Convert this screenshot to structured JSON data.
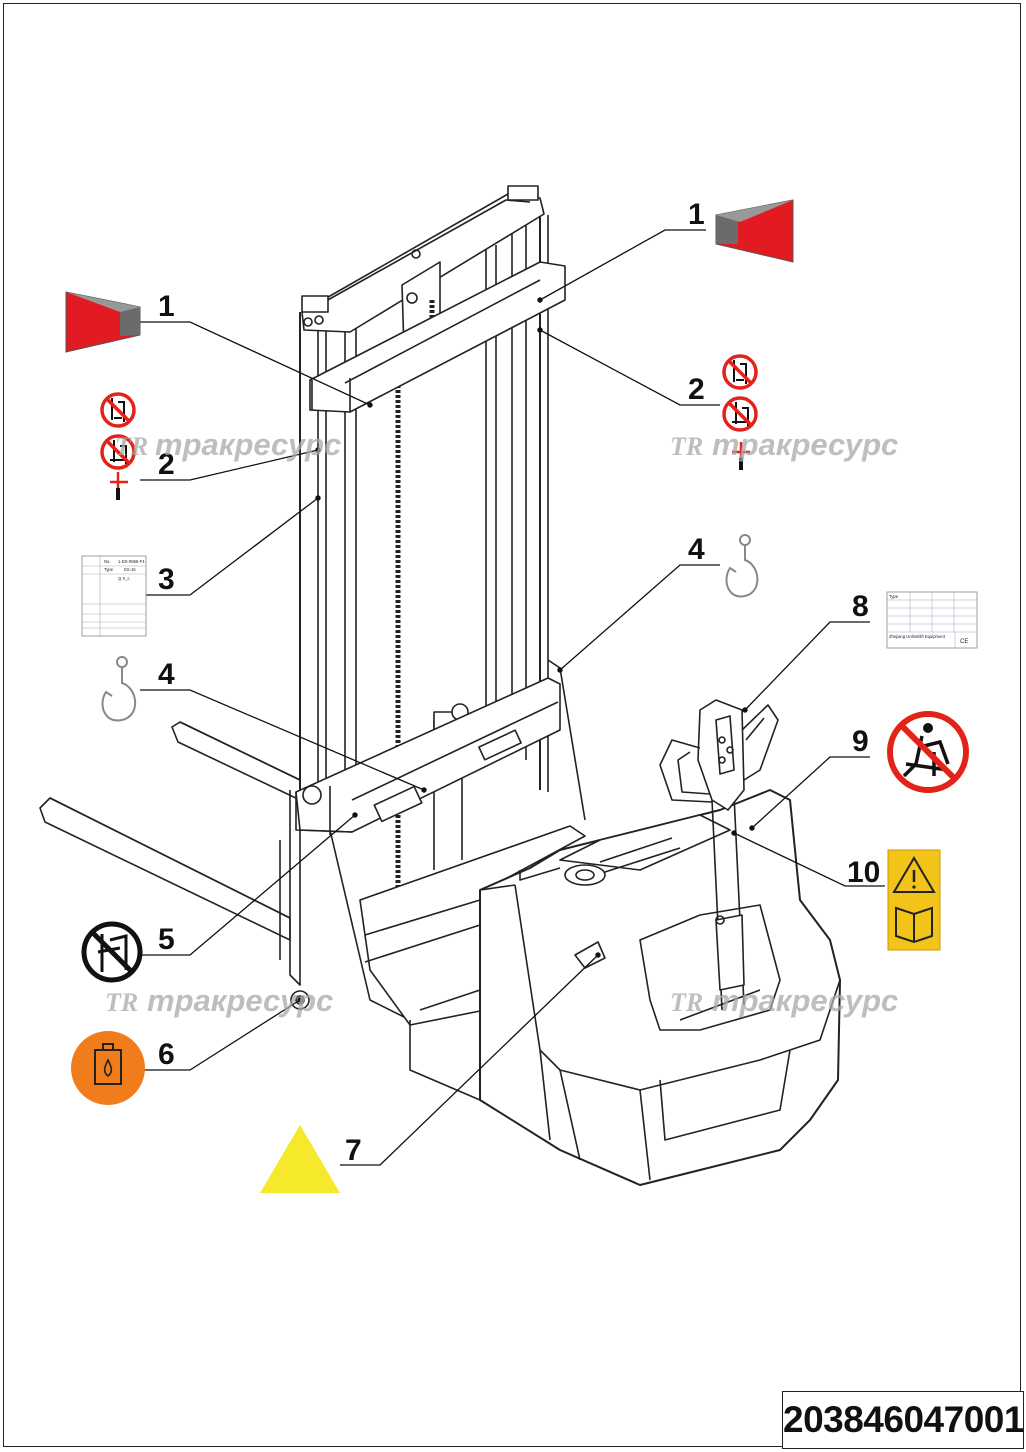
{
  "callouts": {
    "c1_left": "1",
    "c1_right": "1",
    "c2_left": "2",
    "c2_right": "2",
    "c3": "3",
    "c4_left": "4",
    "c4_right": "4",
    "c5": "5",
    "c6": "6",
    "c7": "7",
    "c8": "8",
    "c9": "9",
    "c10": "10"
  },
  "watermark": {
    "logo": "TR",
    "text": "тракресурс"
  },
  "load_chart_label": {
    "row1_a": "No.",
    "row1_b": "1-DS-0965-F4",
    "row2_a": "Type",
    "row2_b": "ES-15",
    "row3": "Q  X_c"
  },
  "nameplate": {
    "line1": "Type",
    "line2": "Zhejiang Uniforklift Equipment",
    "ce": "CE"
  },
  "part_number": "203846047001",
  "colors": {
    "red_marker": "#e21b23",
    "prohibition_red": "#e2231a",
    "warning_yellow": "#f6e82a",
    "label_yellow": "#f2c318",
    "oil_orange": "#f07c1c",
    "watermark_grey": "#a9a9a9"
  },
  "icons": [
    "red-reflector-icon",
    "no-standing-under-icon",
    "no-riding-forks-icon",
    "load-chart-label-icon",
    "lifting-hook-icon",
    "no-hands-in-mast-icon",
    "hydraulic-oil-icon",
    "warning-triangle-icon",
    "nameplate-label-icon",
    "no-riding-icon",
    "read-manual-label-icon"
  ]
}
